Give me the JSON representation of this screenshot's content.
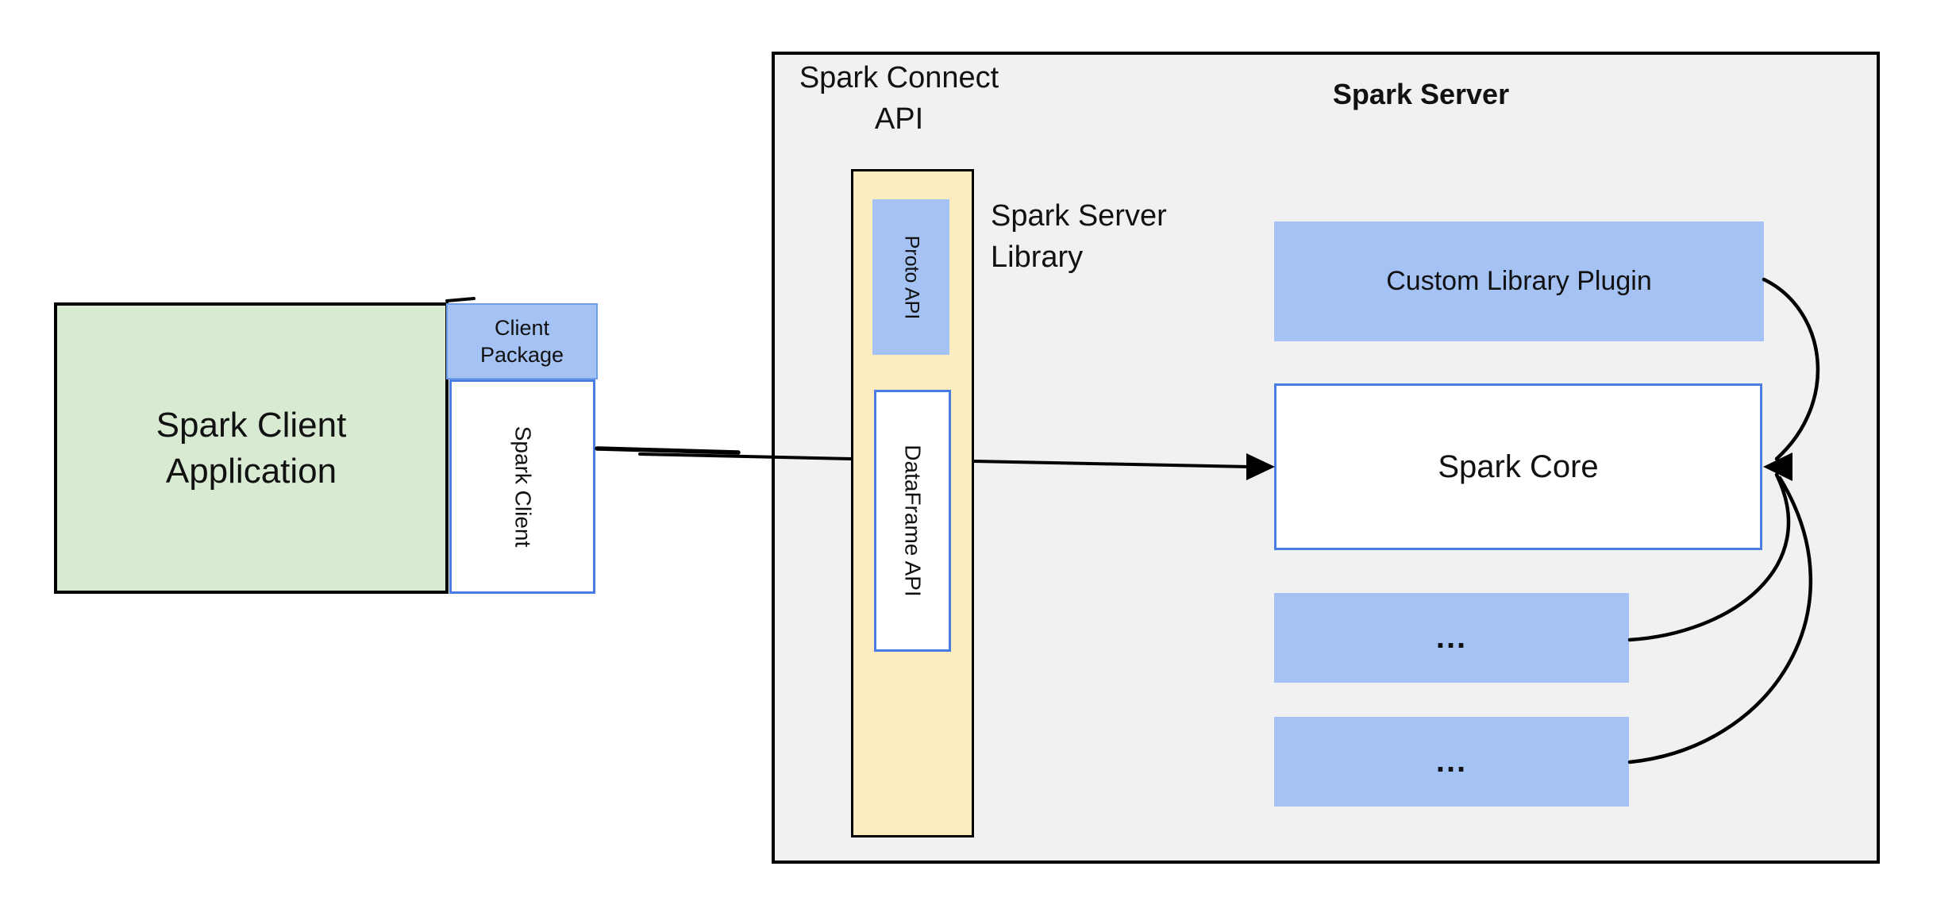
{
  "connect_api": {
    "label": "Spark Connect\nAPI"
  },
  "client_app": {
    "label": "Spark Client\nApplication"
  },
  "client_package": {
    "label": "Client\nPackage"
  },
  "spark_client": {
    "label": "Spark Client"
  },
  "server": {
    "title": "Spark Server"
  },
  "server_library": {
    "label": "Spark Server\nLibrary"
  },
  "proto_api": {
    "label": "Proto API"
  },
  "dataframe_api": {
    "label": "DataFrame API"
  },
  "plugin": {
    "label": "Custom Library Plugin"
  },
  "core": {
    "label": "Spark Core"
  },
  "module_rows": [
    {
      "label": "..."
    },
    {
      "label": "..."
    }
  ],
  "colors": {
    "canvas_bg": "#FFFFFF",
    "server_box_bg": "#F1F1F1",
    "client_app_bg": "#D9EAD3",
    "blue_fill": "#A4C2F4",
    "blue_border": "#4A7DE2",
    "package_border": "#6D9EEB",
    "yellow_bg": "#FCECC0",
    "line": "#000000"
  }
}
